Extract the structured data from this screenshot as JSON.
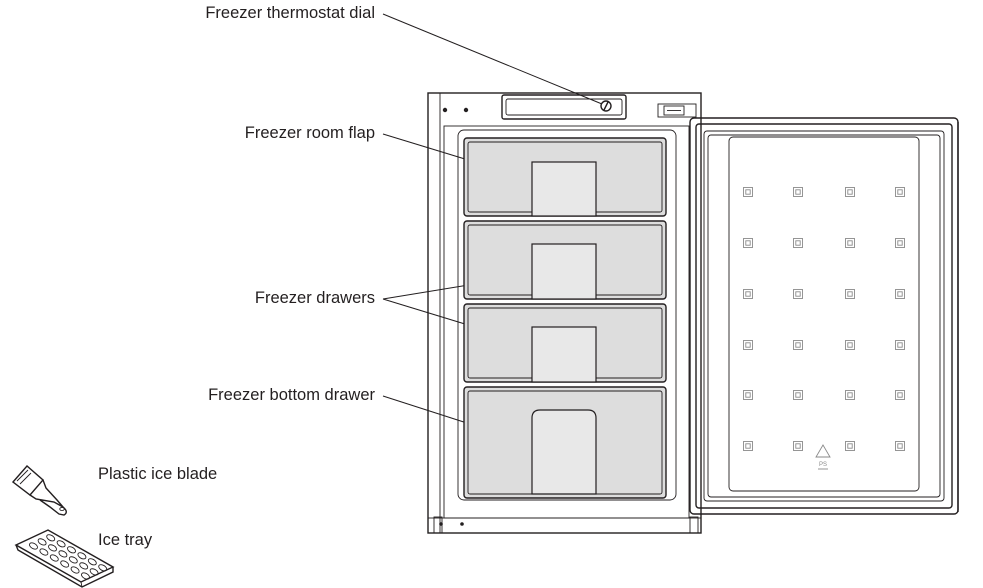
{
  "labels": {
    "thermostat": "Freezer thermostat dial",
    "room_flap": "Freezer room flap",
    "drawers": "Freezer drawers",
    "bottom_drawer": "Freezer bottom drawer",
    "ice_blade": "Plastic ice blade",
    "ice_tray": "Ice tray"
  },
  "door_marking": "PS",
  "icons": [
    "thermostat-dial-icon",
    "ice-blade-icon",
    "ice-tray-icon",
    "recycling-triangle-icon"
  ]
}
